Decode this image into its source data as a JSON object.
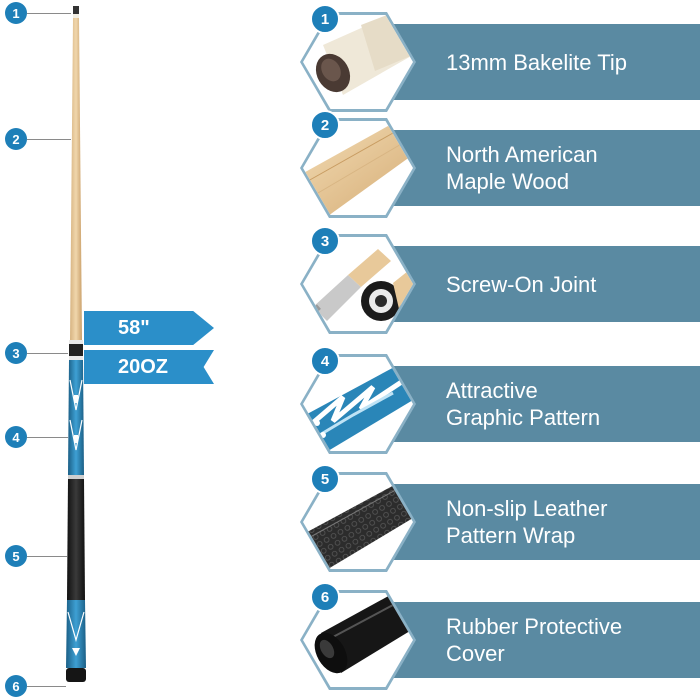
{
  "colors": {
    "badge": "#1e7fb8",
    "band": "#5a8aa2",
    "spec_tag": "#2b8fc9",
    "hex_border": "#8ab1c6",
    "maple": "#e8c99a",
    "blue_accent": "#2a86b8",
    "black": "#1b1b1b"
  },
  "cue": {
    "markers": [
      "1",
      "2",
      "3",
      "4",
      "5",
      "6"
    ],
    "length": "58\"",
    "weight": "20OZ"
  },
  "features": [
    {
      "number": "1",
      "lines": [
        "13mm Bakelite Tip"
      ],
      "icon": "cue-tip-icon"
    },
    {
      "number": "2",
      "lines": [
        "North American",
        "Maple Wood"
      ],
      "icon": "maple-shaft-icon"
    },
    {
      "number": "3",
      "lines": [
        "Screw-On Joint"
      ],
      "icon": "screw-joint-icon"
    },
    {
      "number": "4",
      "lines": [
        "Attractive",
        "Graphic Pattern"
      ],
      "icon": "graphic-pattern-icon"
    },
    {
      "number": "5",
      "lines": [
        "Non-slip Leather",
        "Pattern Wrap"
      ],
      "icon": "leather-wrap-icon"
    },
    {
      "number": "6",
      "lines": [
        "Rubber Protective",
        "Cover"
      ],
      "icon": "rubber-bumper-icon"
    }
  ]
}
